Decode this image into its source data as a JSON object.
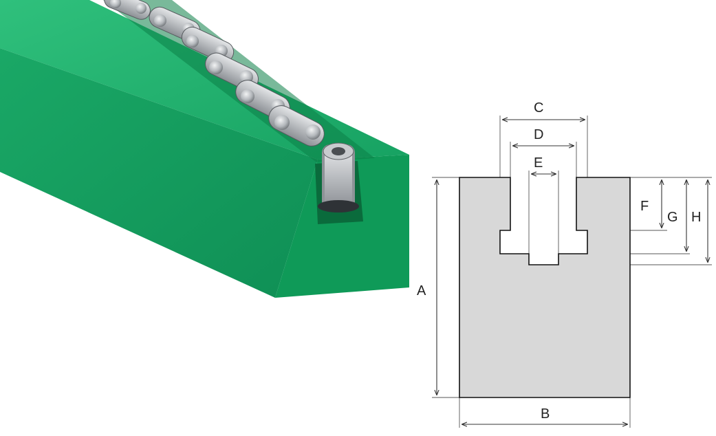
{
  "photo": {
    "description_icon": "chain-guide-photo",
    "colors": {
      "guide_green": "#16a566",
      "chain_steel": "#b9bcc0"
    }
  },
  "drawing": {
    "body_fill": "#d8d8d8",
    "labels": {
      "A": "A",
      "B": "B",
      "C": "C",
      "D": "D",
      "E": "E",
      "F": "F",
      "G": "G",
      "H": "H"
    }
  }
}
